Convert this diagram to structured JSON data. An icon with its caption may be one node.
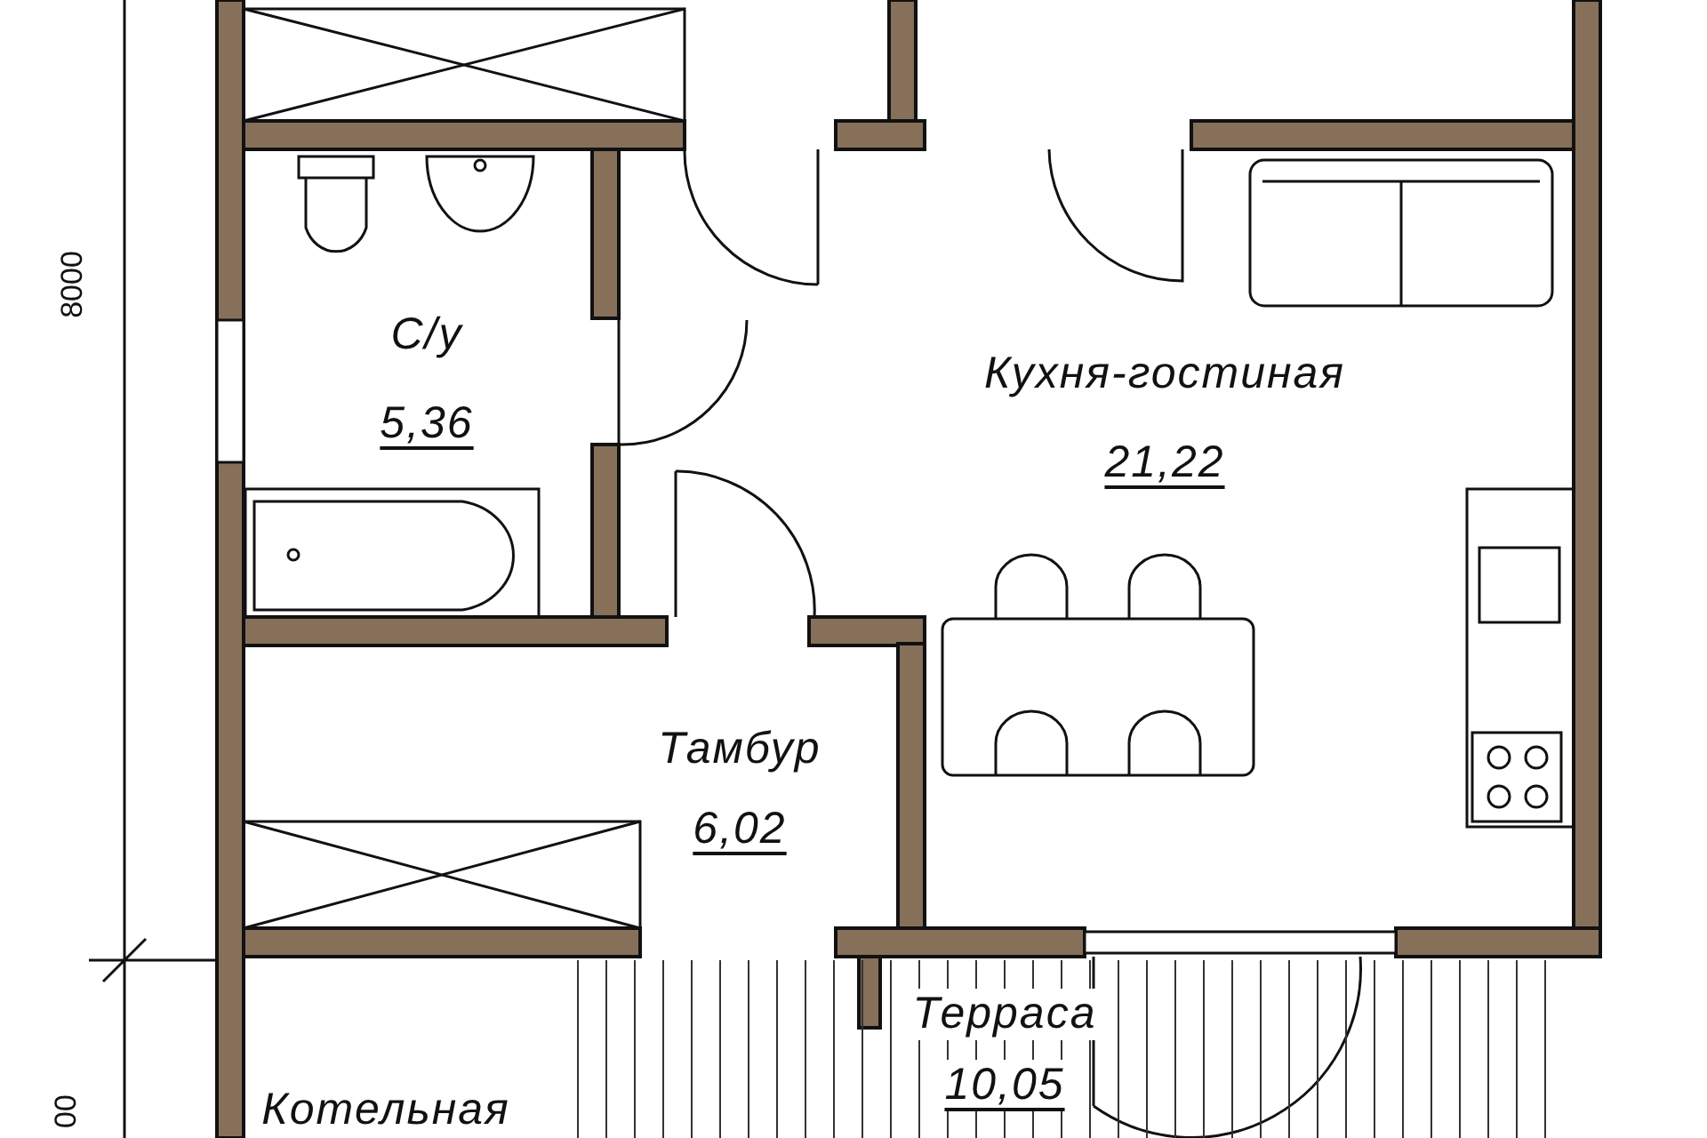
{
  "diagram": {
    "nodes": [
      {
        "text": [
          "С/у",
          "5,36"
        ]
      },
      {
        "text": [
          "Кухня-гостиная",
          "21,22"
        ]
      },
      {
        "text": [
          "Тамбур",
          "6,02"
        ]
      },
      {
        "text": [
          "Терраса",
          "10,05"
        ]
      },
      {
        "text": [
          "Котельная"
        ]
      }
    ],
    "labels": [
      "8000",
      "00"
    ]
  }
}
